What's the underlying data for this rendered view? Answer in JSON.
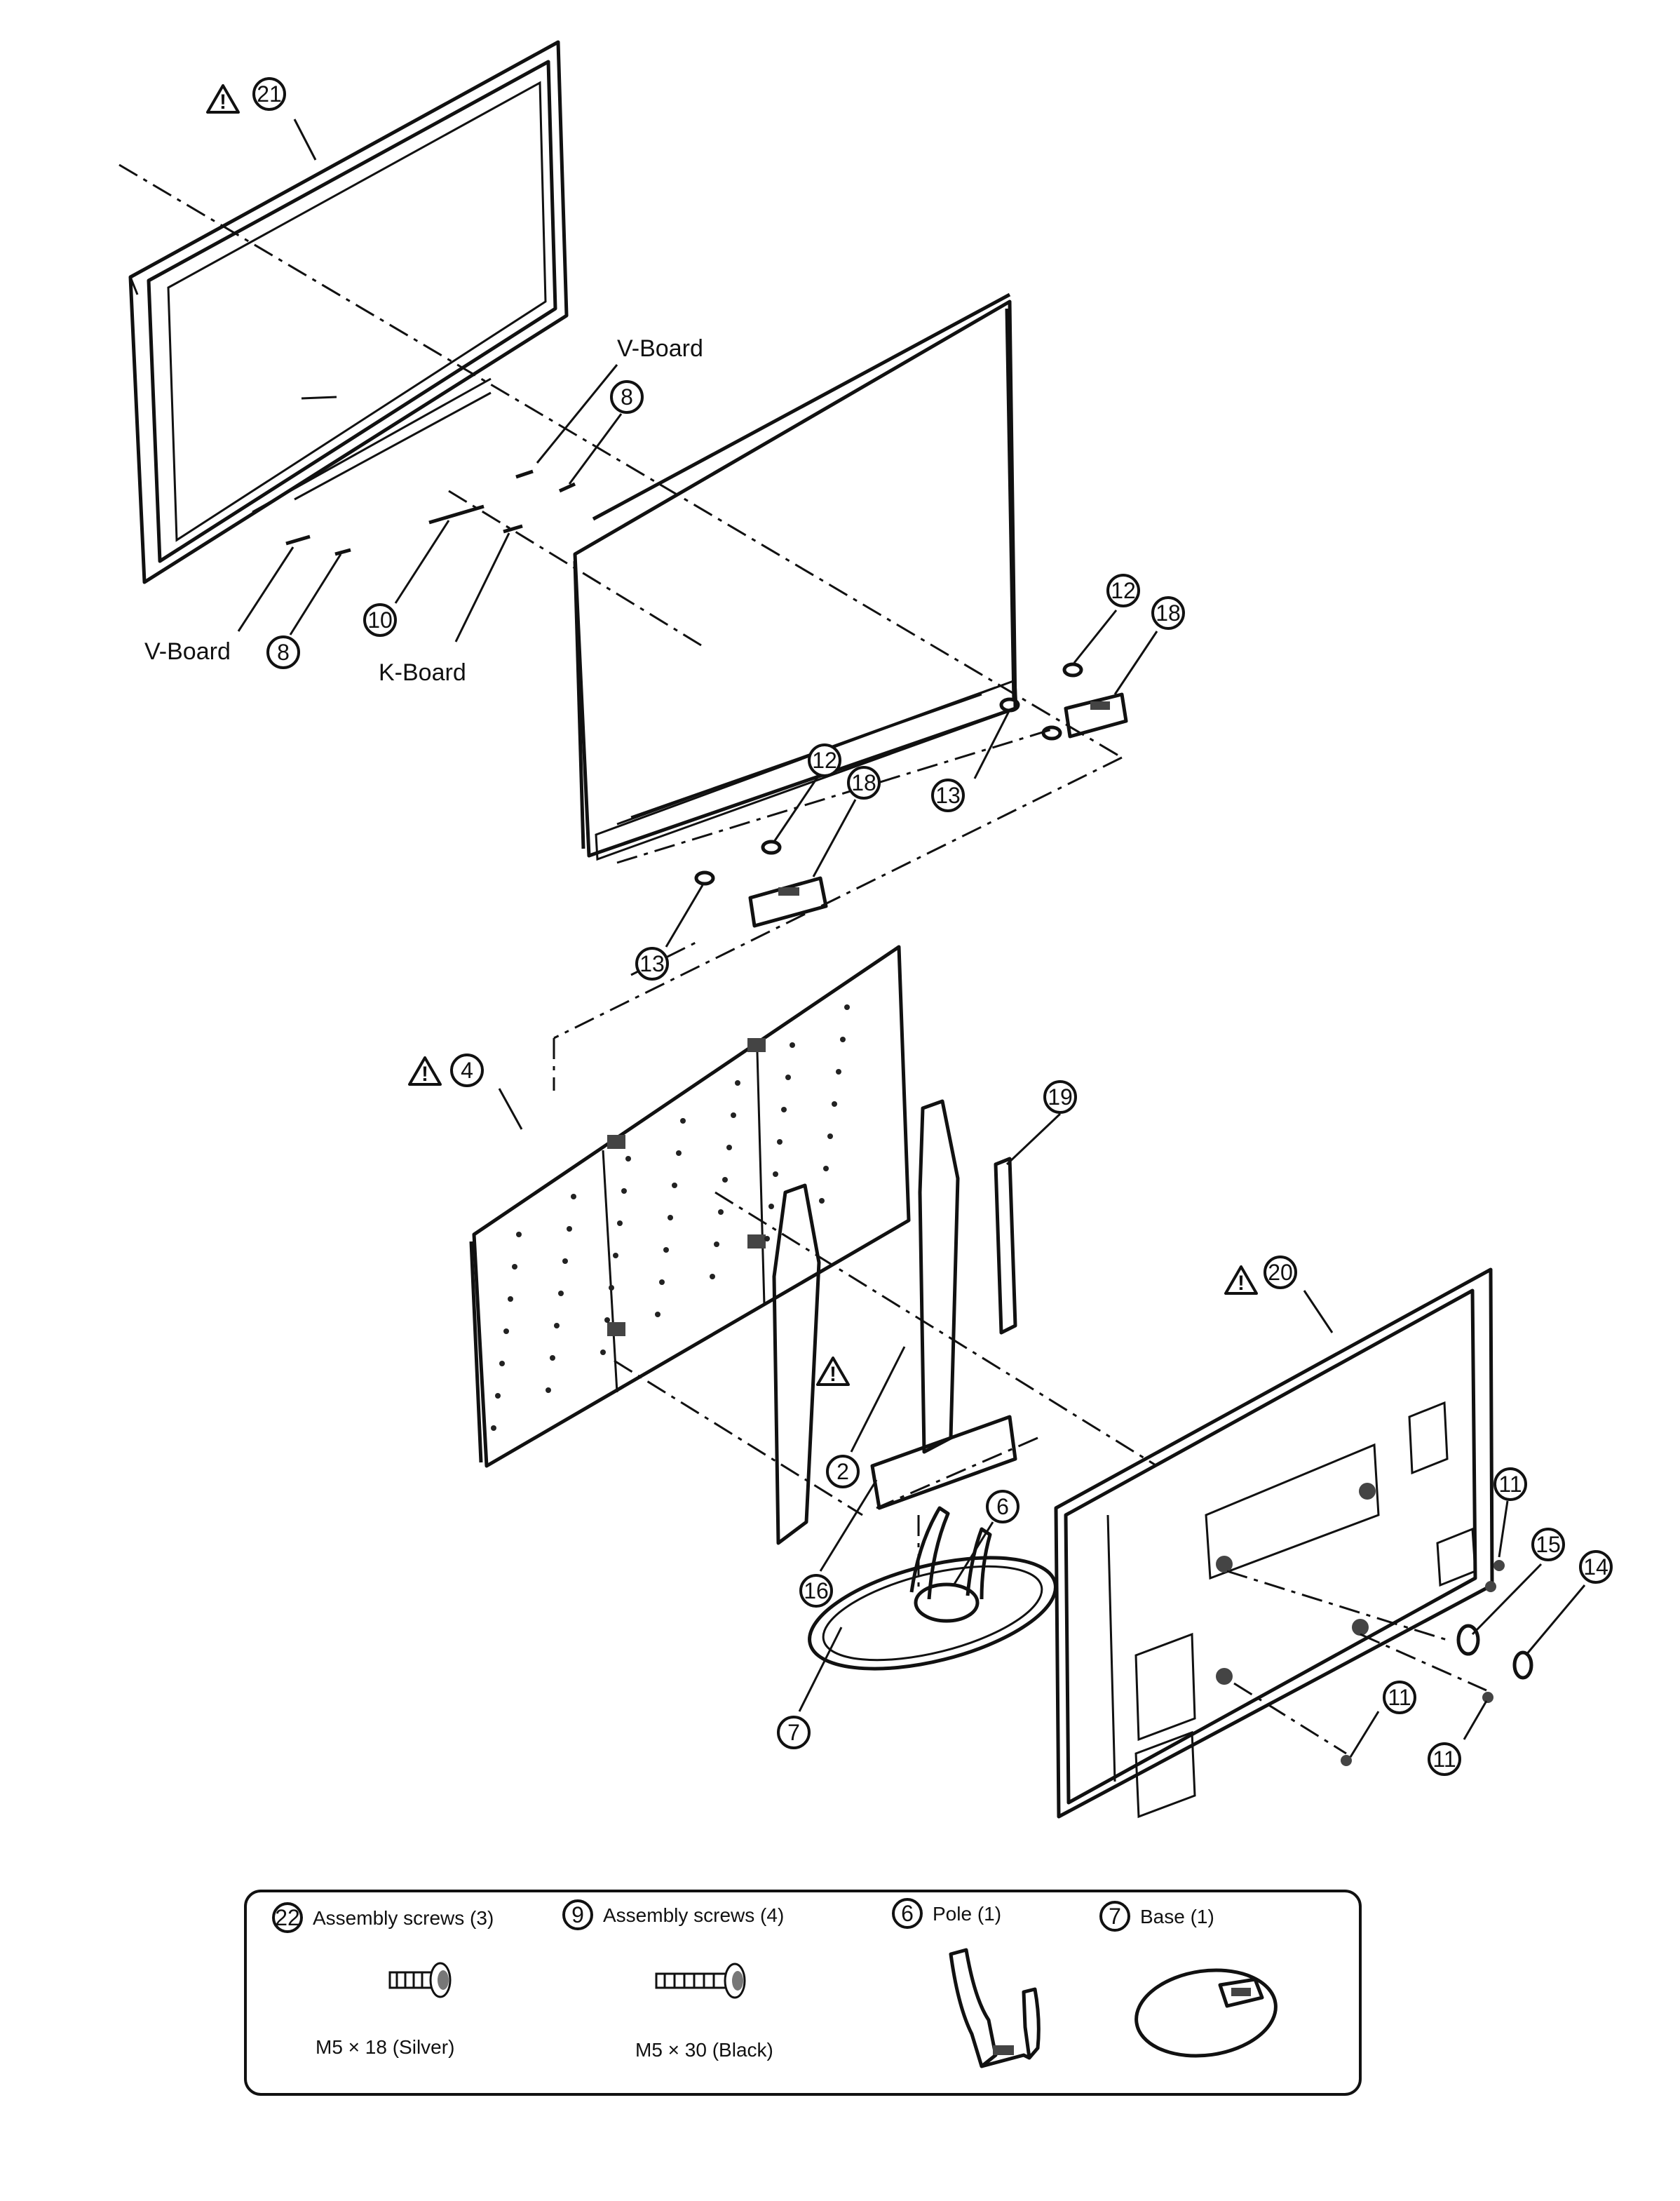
{
  "board_labels": {
    "v_board_top": "V-Board",
    "v_board_left": "V-Board",
    "k_board": "K-Board"
  },
  "callouts": {
    "c21": "21",
    "c8a": "8",
    "c8b": "8",
    "c10": "10",
    "c12a": "12",
    "c18a": "18",
    "c13a": "13",
    "c12b": "12",
    "c18b": "18",
    "c13b": "13",
    "c4": "4",
    "c19": "19",
    "c2": "2",
    "c20": "20",
    "c6": "6",
    "c16": "16",
    "c7": "7",
    "c11a": "11",
    "c15": "15",
    "c14": "14",
    "c11b": "11",
    "c11c": "11"
  },
  "warning_symbol": "!",
  "accessories": {
    "item1": {
      "num": "22",
      "label": "Assembly screws (3)",
      "spec": "M5 × 18 (Silver)"
    },
    "item2": {
      "num": "9",
      "label": "Assembly screws (4)",
      "spec": "M5 × 30 (Black)"
    },
    "item3": {
      "num": "6",
      "label": "Pole (1)"
    },
    "item4": {
      "num": "7",
      "label": "Base (1)"
    }
  }
}
